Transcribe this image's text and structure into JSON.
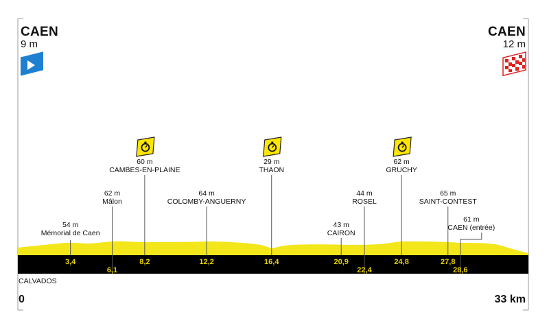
{
  "start": {
    "name": "CAEN",
    "altitude": "9 m"
  },
  "finish": {
    "name": "CAEN",
    "altitude": "12 m"
  },
  "region": "CALVADOS",
  "distance": {
    "start": "0",
    "end": "33 km"
  },
  "total_km": 33,
  "colors": {
    "profile": "#f3e61a",
    "band": "#000000",
    "km_text": "#e9d300",
    "start_flag": "#1f7fd1",
    "finish_flag": "#e02020",
    "timecheck": "#ffe600"
  },
  "icons": {
    "start": "start-flag-icon",
    "finish": "finish-flag-icon",
    "checkpoint": "stopwatch-icon"
  },
  "points": [
    {
      "id": "memorial",
      "name": "Mémorial de Caen",
      "altitude": "54 m",
      "km": 3.4,
      "km_label": "3,4",
      "km_row": "top"
    },
    {
      "id": "malon",
      "name": "Mâlon",
      "altitude": "62 m",
      "km": 6.1,
      "km_label": "6,1",
      "km_row": "bottom"
    },
    {
      "id": "cambes",
      "name": "CAMBES-EN-PLAINE",
      "altitude": "60 m",
      "km": 8.2,
      "km_label": "8,2",
      "km_row": "top",
      "timecheck": true
    },
    {
      "id": "colomby",
      "name": "COLOMBY-ANGUERNY",
      "altitude": "64 m",
      "km": 12.2,
      "km_label": "12,2",
      "km_row": "top"
    },
    {
      "id": "thaon",
      "name": "THAON",
      "altitude": "29 m",
      "km": 16.4,
      "km_label": "16,4",
      "km_row": "top",
      "timecheck": true
    },
    {
      "id": "cairon",
      "name": "CAIRON",
      "altitude": "43 m",
      "km": 20.9,
      "km_label": "20,9",
      "km_row": "top"
    },
    {
      "id": "rosel",
      "name": "ROSEL",
      "altitude": "44 m",
      "km": 22.4,
      "km_label": "22,4",
      "km_row": "bottom"
    },
    {
      "id": "gruchy",
      "name": "GRUCHY",
      "altitude": "62 m",
      "km": 24.8,
      "km_label": "24,8",
      "km_row": "top",
      "timecheck": true
    },
    {
      "id": "saint-contest",
      "name": "SAINT-CONTEST",
      "altitude": "65 m",
      "km": 27.8,
      "km_label": "27,8",
      "km_row": "top"
    },
    {
      "id": "caen-entree",
      "name": "CAEN (entrée)",
      "altitude": "61 m",
      "km": 28.6,
      "km_label": "28,6",
      "km_row": "bottom"
    }
  ]
}
